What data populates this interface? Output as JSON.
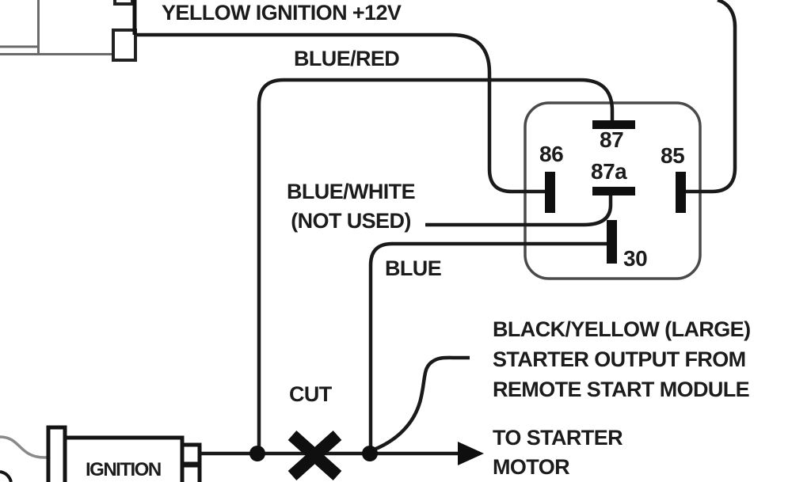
{
  "labels": {
    "yellow_ignition": "YELLOW IGNITION +12V",
    "blue_red": "BLUE/RED",
    "blue_white": "BLUE/WHITE",
    "blue_white_note": "(NOT USED)",
    "blue": "BLUE",
    "cut": "CUT"
  },
  "relay": {
    "pin_86": "86",
    "pin_87": "87",
    "pin_87a": "87a",
    "pin_85": "85",
    "pin_30": "30"
  },
  "ignition_switch": {
    "label": "IGNITION"
  },
  "annotations": {
    "starter_output": [
      "BLACK/YELLOW (LARGE)",
      "STARTER OUTPUT FROM",
      "REMOTE START MODULE"
    ],
    "to_starter": [
      "TO STARTER",
      "MOTOR"
    ]
  },
  "colors": {
    "wire": "#1a1a1a",
    "relay_outline": "#4a4a4a",
    "text": "#1c1c1c",
    "background": "#ffffff"
  }
}
